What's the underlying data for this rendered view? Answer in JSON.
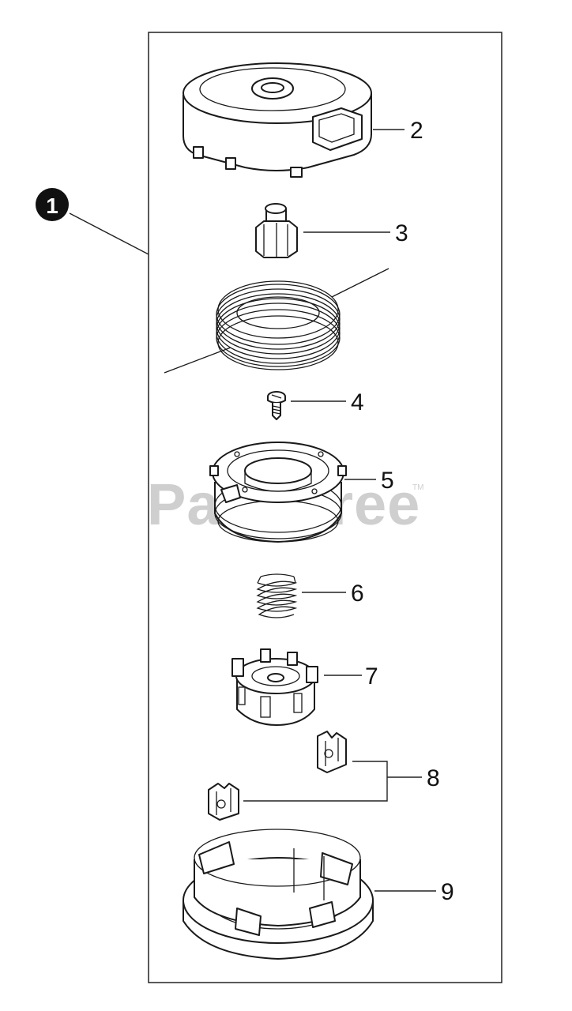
{
  "watermark": {
    "text": "PartsTree",
    "tm": "TM"
  },
  "assembly": {
    "label": "1"
  },
  "parts": [
    {
      "label": "2"
    },
    {
      "label": "3"
    },
    {
      "label": "4"
    },
    {
      "label": "5"
    },
    {
      "label": "6"
    },
    {
      "label": "7"
    },
    {
      "label": "8"
    },
    {
      "label": "9"
    }
  ],
  "colors": {
    "line": "#1a1a1a",
    "watermark": "#cfcfcf",
    "background": "#ffffff"
  }
}
